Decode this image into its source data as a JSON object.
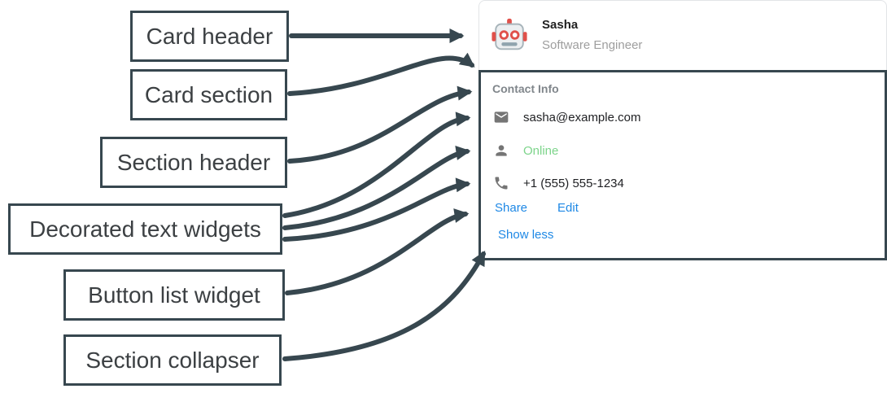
{
  "annotations": {
    "labels": [
      {
        "text": "Card header"
      },
      {
        "text": "Card section"
      },
      {
        "text": "Section header"
      },
      {
        "text": "Decorated text widgets"
      },
      {
        "text": "Button list widget"
      },
      {
        "text": "Section collapser"
      }
    ]
  },
  "card": {
    "header": {
      "title": "Sasha",
      "subtitle": "Software Engineer",
      "avatar_icon": "robot-icon"
    },
    "section": {
      "title": "Contact Info",
      "rows": [
        {
          "icon": "email-icon",
          "text": "sasha@example.com"
        },
        {
          "icon": "person-icon",
          "text": "Online"
        },
        {
          "icon": "phone-icon",
          "text": "+1 (555) 555-1234"
        }
      ],
      "buttons": [
        {
          "label": "Share"
        },
        {
          "label": "Edit"
        }
      ],
      "collapser_label": "Show less"
    }
  },
  "colors": {
    "annotation": "#37474f",
    "link_blue": "#1e88e5",
    "online_green": "#7cd48a",
    "icon_gray": "#757575",
    "title_dark": "#212121",
    "subtitle_gray": "#9e9e9e",
    "section_header_gray": "#80868b",
    "label_text": "#3c4043"
  }
}
